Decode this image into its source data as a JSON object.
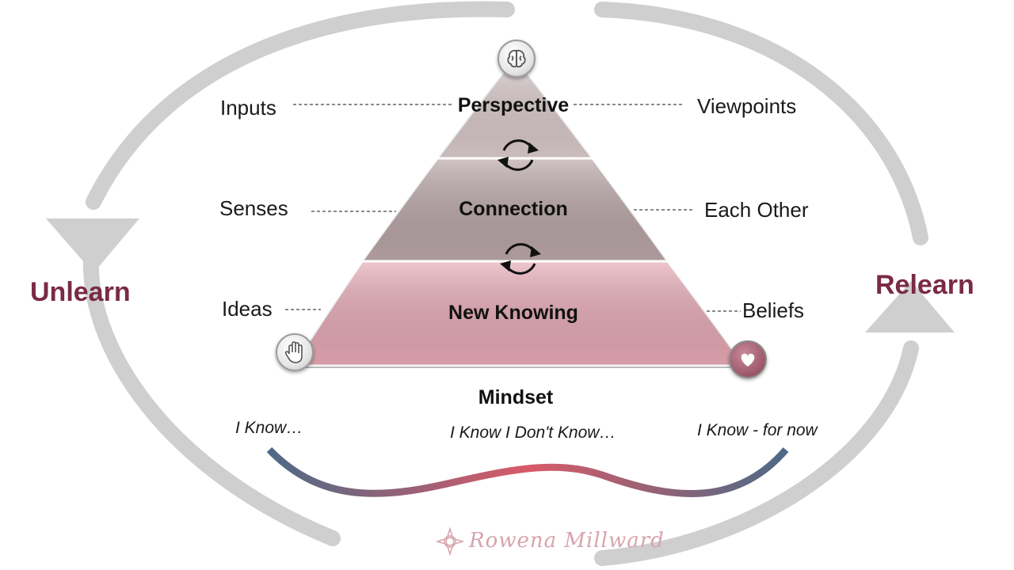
{
  "cycle": {
    "left_label": "Unlearn",
    "right_label": "Relearn",
    "label_color": "#7a2a47",
    "arrow_color": "#cfcfcf"
  },
  "pyramid": {
    "tiers": [
      {
        "name": "Perspective",
        "color": "#d8c8c9",
        "left_label": "Inputs",
        "right_label": "Viewpoints"
      },
      {
        "name": "Connection",
        "color": "#b8a4a6",
        "left_label": "Senses",
        "right_label": "Each Other"
      },
      {
        "name": "New Knowing",
        "color": "#e5a8b4",
        "left_label": "Ideas",
        "right_label": "Beliefs"
      }
    ],
    "base_label": "Mindset",
    "icons": {
      "top": "brain-icon",
      "bottom_left": "hand-icon",
      "bottom_right": "heart-icon",
      "between_tiers": "cycle-arrows-icon"
    }
  },
  "mindset_spectrum": {
    "left": "I Know…",
    "middle": "I Know I Don't Know…",
    "right": "I Know - for now",
    "gradient": [
      "#4d6a86",
      "#d95a68",
      "#4d6a86"
    ]
  },
  "signature": "Rowena Millward"
}
